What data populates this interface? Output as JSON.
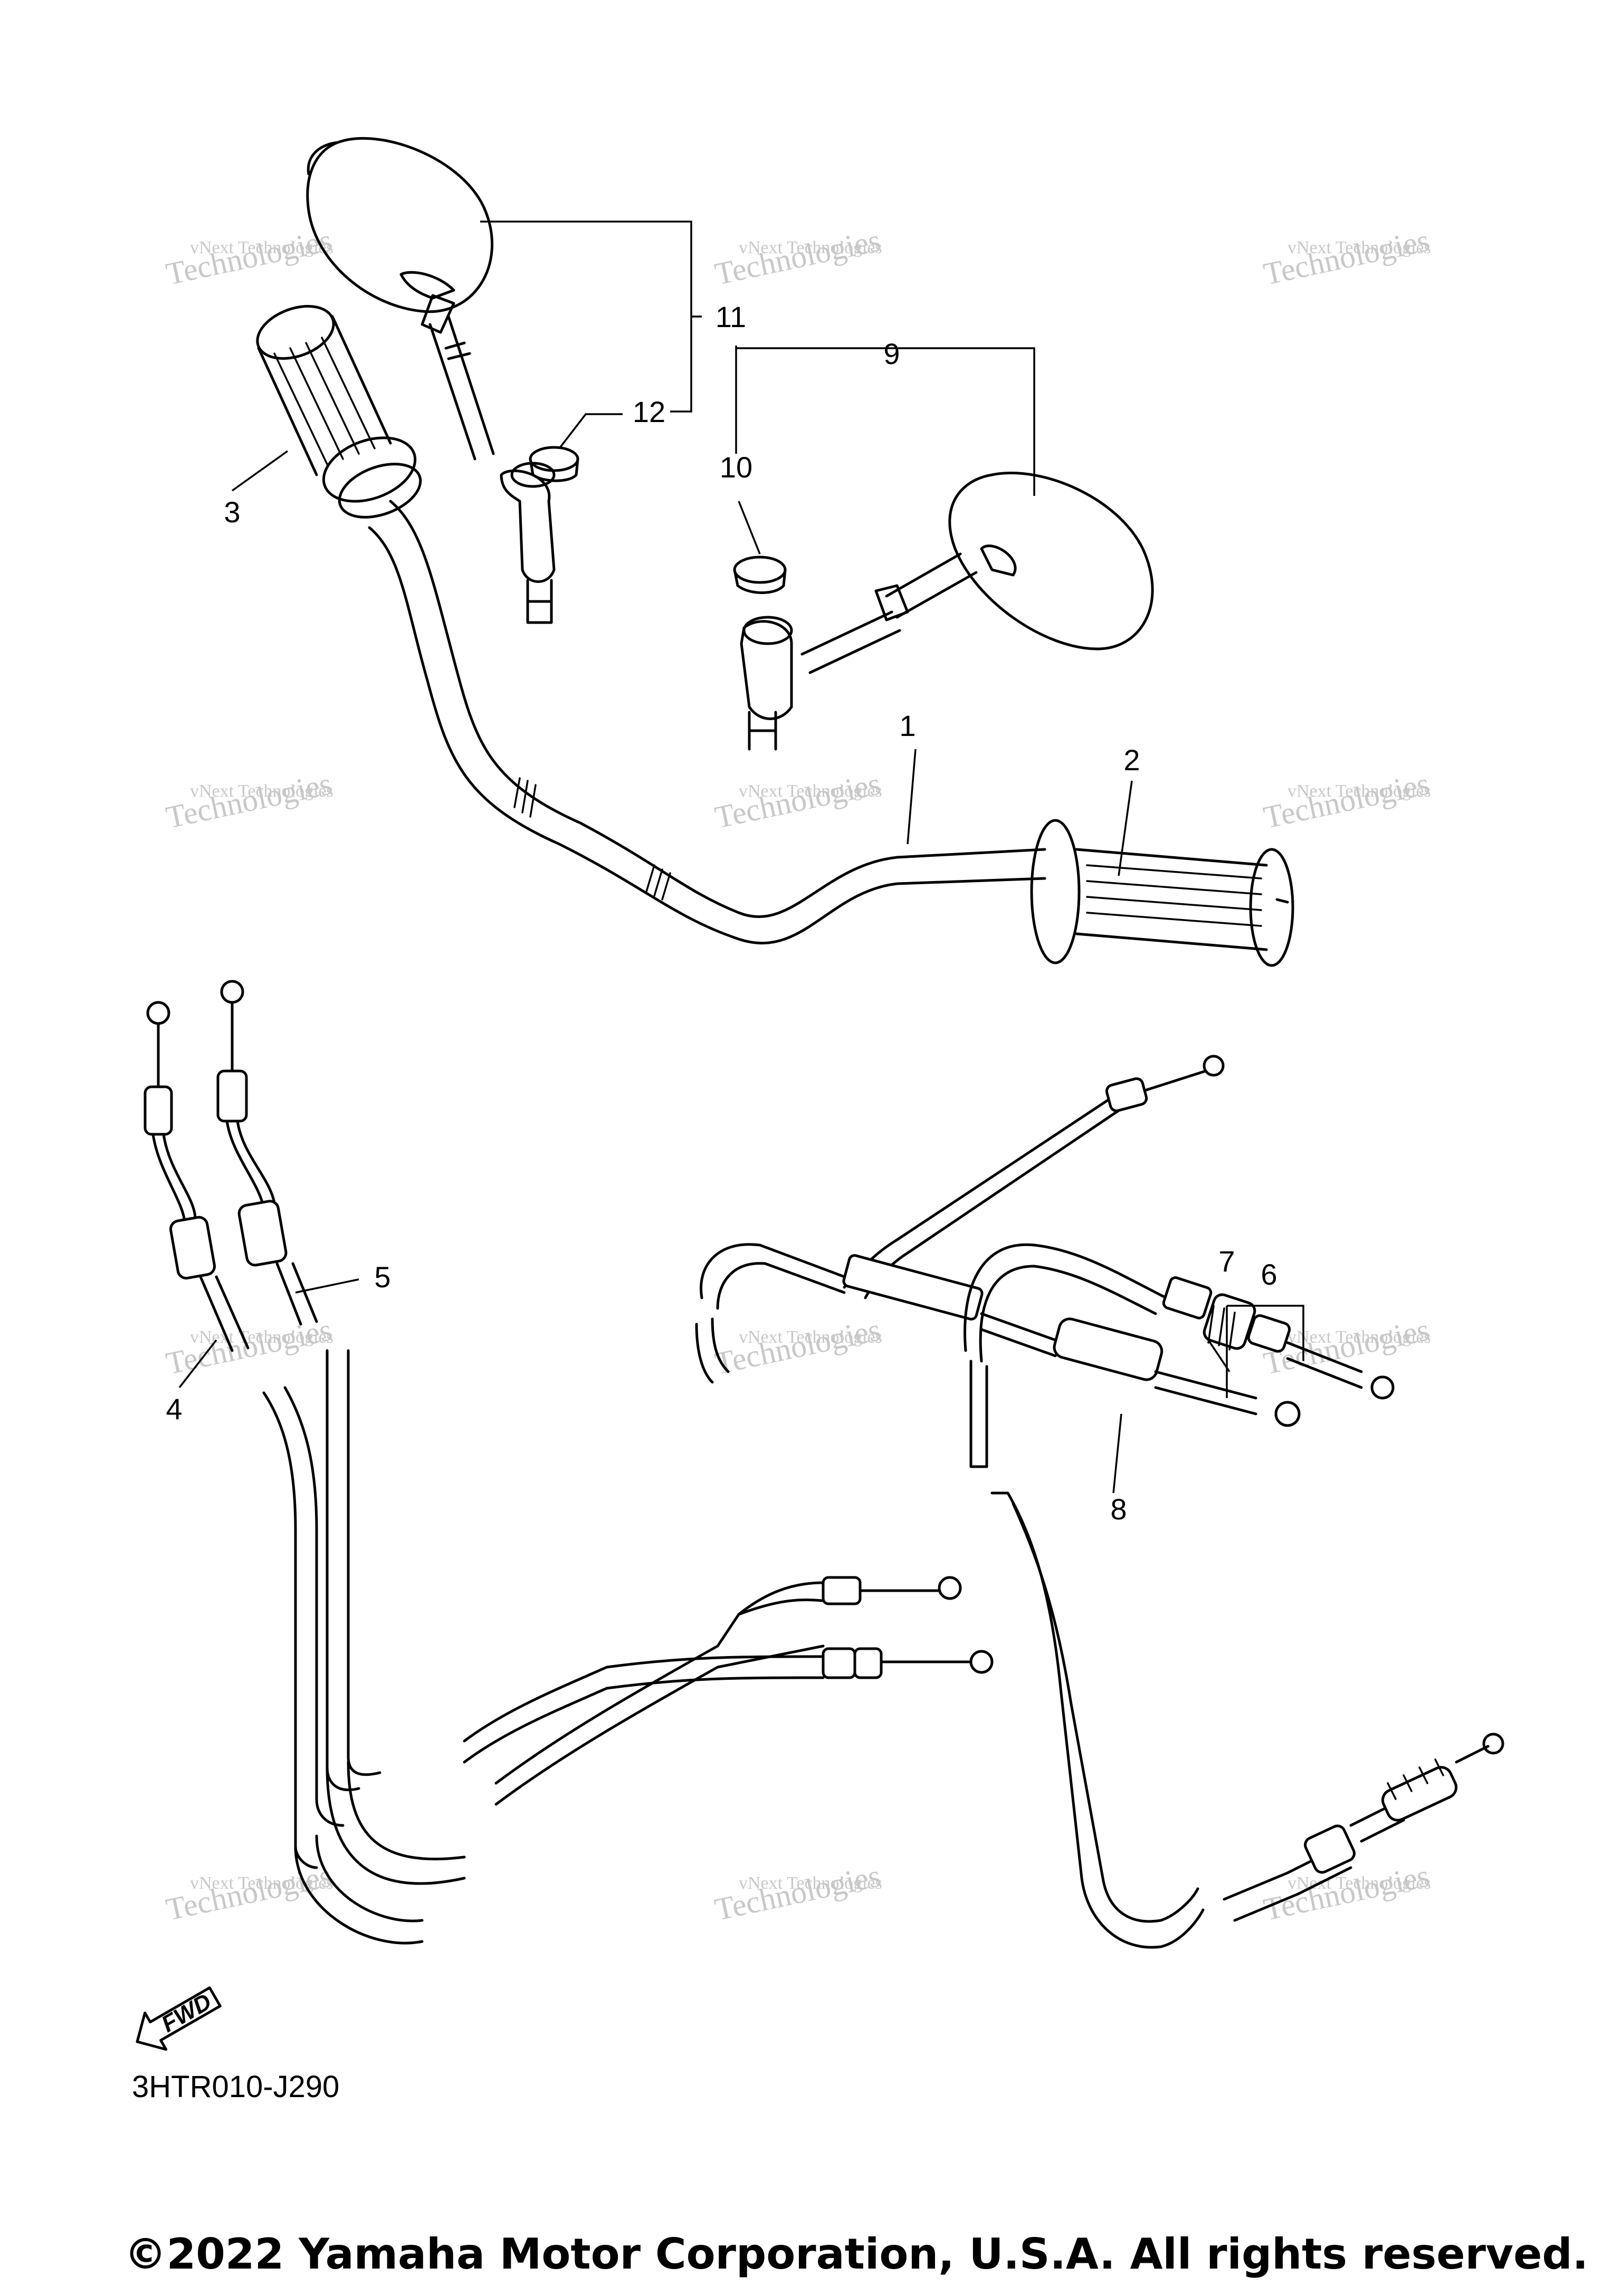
{
  "callouts": {
    "c1": "1",
    "c2": "2",
    "c3": "3",
    "c4": "4",
    "c5": "5",
    "c6": "6",
    "c7": "7",
    "c8": "8",
    "c9": "9",
    "c10": "10",
    "c11": "11",
    "c12": "12"
  },
  "watermark": {
    "line1": "vNext Technologies",
    "line2": "Technologies"
  },
  "diagram_code": "3HTR010-J290",
  "fwd_label": "FWD",
  "copyright": "©2022 Yamaha Motor Corporation, U.S.A. All rights reserved."
}
